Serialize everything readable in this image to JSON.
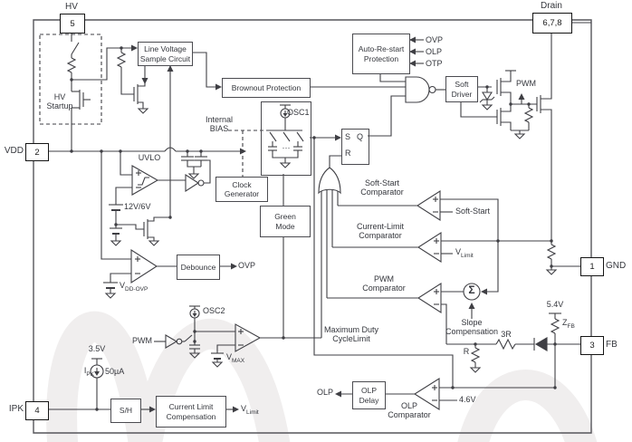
{
  "pins": {
    "hv": {
      "name": "HV",
      "number": "5"
    },
    "vdd": {
      "name": "VDD",
      "number": "2"
    },
    "ipk": {
      "name": "IPK",
      "number": "4"
    },
    "drain": {
      "name": "Drain",
      "number": "6,7,8"
    },
    "gnd": {
      "name": "GND",
      "number": "1"
    },
    "fb": {
      "name": "FB",
      "number": "3"
    }
  },
  "blocks": {
    "hv_startup": "HV\nStartup",
    "line_voltage": "Line Voltage\nSample Circuit",
    "brownout": "Brownout Protection",
    "auto_restart": "Auto-Re-start\nProtection",
    "soft_driver": "Soft\nDriver",
    "clock_generator": "Clock\nGenerator",
    "green_mode": "Green\nMode",
    "debounce": "Debounce",
    "olp_delay": "OLP\nDelay",
    "sample_hold": "S/H",
    "current_limit_compensation": "Current Limit\nCompensation"
  },
  "latch": {
    "s": "S",
    "q": "Q",
    "r": "R"
  },
  "labels": {
    "internal_bias": "Internal\nBIAS",
    "uvlo": "UVLO",
    "uvlo_ref": "12V/6V",
    "ovp_out": "OVP",
    "arp_ovp": "OVP",
    "arp_olp": "OLP",
    "arp_otp": "OTP",
    "pwm_node": "PWM",
    "pwm_drive": "PWM",
    "soft_start_comparator": "Soft-Start\nComparator",
    "soft_start_ref": "Soft-Start",
    "current_limit_comparator": "Current-Limit\nComparator",
    "pwm_comparator": "PWM\nComparator",
    "slope_compensation": "Slope\nCompensation",
    "max_duty": "Maximum Duty\nCycleLimit",
    "olp_comparator": "OLP\nComparator",
    "olp_out": "OLP",
    "v46": "4.6V",
    "v54": "5.4V",
    "v35": "3.5V",
    "i50": "50µA",
    "r3": "3R",
    "r": "R",
    "osc1": "OSC1",
    "osc2": "OSC2",
    "dots": "···",
    "sigma": "Σ"
  },
  "subs": {
    "vdd_ovp": {
      "base": "V",
      "sub": "DD-OVP"
    },
    "vlimit_ref": {
      "base": "V",
      "sub": "Limit"
    },
    "vlimit_out": {
      "base": "V",
      "sub": "Limit"
    },
    "vmax": {
      "base": "V",
      "sub": "MAX"
    },
    "zfb": {
      "base": "Z",
      "sub": "FB"
    },
    "ipk_src": {
      "base": "I",
      "sub": "PK"
    }
  },
  "colors": {
    "line": "#3f3f44",
    "text": "#34363c",
    "pin_border": "#141414",
    "watermark": "#f0eeee"
  }
}
